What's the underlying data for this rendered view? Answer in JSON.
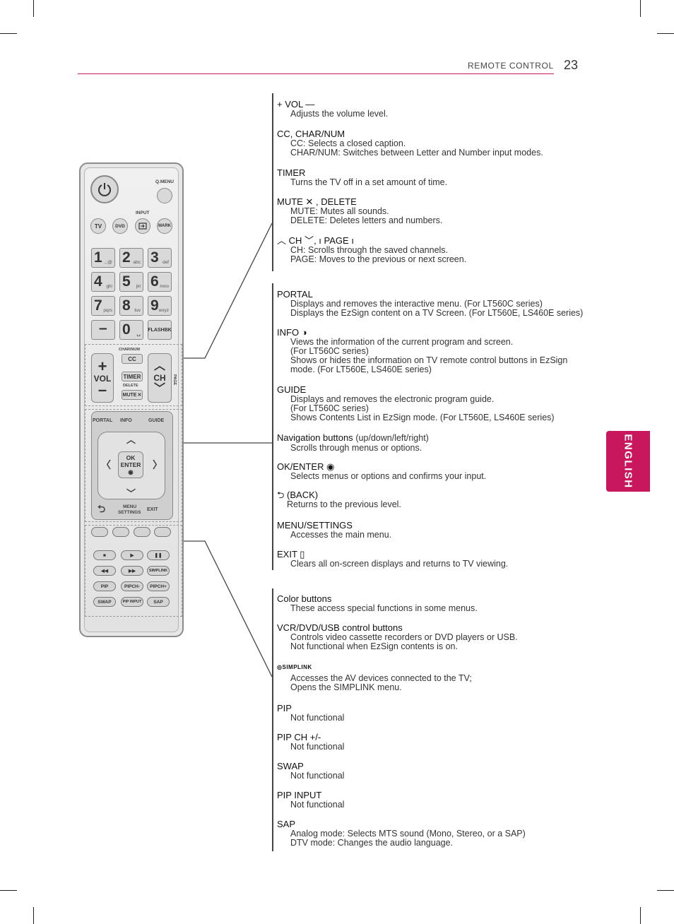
{
  "header": {
    "section": "REMOTE CONTROL",
    "page": "23"
  },
  "tab": {
    "label": "ENGLISH"
  },
  "remote": {
    "qmenu": "Q.MENU",
    "input": "INPUT",
    "tv": "TV",
    "dvd": "DVD",
    "mark": "MARK",
    "keys": [
      {
        "n": "1",
        "s": ".,;@"
      },
      {
        "n": "2",
        "s": "abc"
      },
      {
        "n": "3",
        "s": "def"
      },
      {
        "n": "4",
        "s": "ghi"
      },
      {
        "n": "5",
        "s": "jkl"
      },
      {
        "n": "6",
        "s": "mno"
      },
      {
        "n": "7",
        "s": "pqrs"
      },
      {
        "n": "8",
        "s": "tuv"
      },
      {
        "n": "9",
        "s": "wxyz"
      }
    ],
    "zero": "0",
    "flashbk": "FLASHBK",
    "char_num": "CHAR/NUM",
    "cc": "CC",
    "timer": "TIMER",
    "delete": "DELETE",
    "mute": "MUTE",
    "vol": "VOL",
    "ch": "CH",
    "page": "PAGE",
    "portal": "PORTAL",
    "info": "INFO",
    "guide": "GUIDE",
    "ok": "OK",
    "enter": "ENTER",
    "menu": "MENU",
    "settings": "SETTINGS",
    "exit": "EXIT",
    "pip": "PIP",
    "pipch_minus": "PIPCH-",
    "pipch_plus": "PIPCH+",
    "swap": "SWAP",
    "pip_input": "PIP INPUT",
    "sap": "SAP",
    "simplink": "SIMPLINK"
  },
  "entries": [
    {
      "title": "VOL",
      "desc": [
        "Adjusts the volume level."
      ]
    },
    {
      "title": "CC, CHAR/NUM",
      "desc": [
        "CC: Selects a closed caption.",
        "CHAR/NUM: Switches between Letter and Number input modes."
      ]
    },
    {
      "title": "TIMER",
      "desc": [
        "Turns the TV off in a set amount of time."
      ]
    },
    {
      "title": "MUTE",
      "title2": ", DELETE",
      "desc": [
        "MUTE: Mutes all sounds.",
        "DELETE: Deletes letters and numbers."
      ]
    },
    {
      "title": "CH",
      "title2": "PAGE",
      "desc": [
        "CH: Scrolls through the saved channels.",
        "PAGE: Moves to the previous or next screen."
      ]
    },
    {
      "title": "PORTAL",
      "desc": [
        "Displays and removes the interactive menu. (For LT560C series)",
        "Displays the EzSign content on a TV Screen. (For LT560E, LS460E series)"
      ]
    },
    {
      "title": "INFO",
      "desc": [
        "Views the information of the current program and screen.",
        "(For LT560C series)",
        "Shows or hides the information on TV remote control buttons in EzSign",
        "mode. (For LT560E, LS460E series)"
      ]
    },
    {
      "title": "GUIDE",
      "desc": [
        "Displays and removes the electronic program guide.",
        "(For LT560C series)",
        "Shows Contents List in EzSign mode. (For LT560E, LS460E series)"
      ]
    },
    {
      "title": "Navigation buttons",
      "title2": "(up/down/left/right)",
      "desc": [
        "Scrolls through menus or options."
      ]
    },
    {
      "title": "OK/ENTER",
      "desc": [
        "Selects menus or options and confirms your input."
      ]
    },
    {
      "title": "(BACK)",
      "desc": [
        "Returns to the previous level."
      ]
    },
    {
      "title": "MENU/SETTINGS",
      "desc": [
        "Accesses the main menu."
      ]
    },
    {
      "title": "EXIT",
      "desc": [
        "Clears all on-screen displays and returns to TV viewing."
      ]
    },
    {
      "title": "Color buttons",
      "desc": [
        "These access special functions in some menus."
      ]
    },
    {
      "title": "VCR/DVD/USB control buttons",
      "desc": [
        "Controls video cassette recorders or DVD players or USB.",
        "Not functional when EzSign contents is on."
      ]
    },
    {
      "title": "SIMPLINK",
      "desc": [
        "Accesses the AV devices connected to the TV;",
        "Opens the SIMPLINK menu."
      ]
    },
    {
      "title": "PIP",
      "desc": [
        "Not functional"
      ]
    },
    {
      "title": "PIP CH +/-",
      "desc": [
        "Not functional"
      ]
    },
    {
      "title": "SWAP",
      "desc": [
        "Not functional"
      ]
    },
    {
      "title": "PIP INPUT",
      "desc": [
        "Not functional"
      ]
    },
    {
      "title": "SAP",
      "desc": [
        "Analog mode: Selects MTS sound (Mono, Stereo, or a SAP)",
        "DTV mode: Changes the audio language."
      ]
    }
  ]
}
